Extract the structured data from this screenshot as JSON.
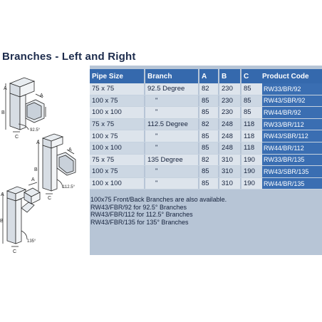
{
  "page": {
    "title": "Branches - Left and Right"
  },
  "illustration": {
    "dim_labels": [
      "A",
      "A",
      "B",
      "C",
      "92.5°",
      "A",
      "A",
      "B",
      "C",
      "112.5°",
      "A",
      "A",
      "B",
      "C",
      "135°"
    ]
  },
  "table": {
    "headers": [
      "Pipe Size",
      "Branch",
      "A",
      "B",
      "C",
      "Product Code"
    ],
    "rows": [
      [
        "75 x 75",
        "92.5 Degree",
        "82",
        "230",
        "85",
        "RW33/BR/92"
      ],
      [
        "100 x 75",
        "\"",
        "85",
        "230",
        "85",
        "RW43/SBR/92"
      ],
      [
        "100 x 100",
        "\"",
        "85",
        "230",
        "85",
        "RW44/BR/92"
      ],
      [
        "75 x 75",
        "112.5 Degree",
        "82",
        "248",
        "118",
        "RW33/BR/112"
      ],
      [
        "100 x 75",
        "\"",
        "85",
        "248",
        "118",
        "RW43/SBR/112"
      ],
      [
        "100 x 100",
        "\"",
        "85",
        "248",
        "118",
        "RW44/BR/112"
      ],
      [
        "75 x 75",
        "135 Degree",
        "82",
        "310",
        "190",
        "RW33/BR/135"
      ],
      [
        "100 x 75",
        "\"",
        "85",
        "310",
        "190",
        "RW43/SBR/135"
      ],
      [
        "100 x 100",
        "\"",
        "85",
        "310",
        "190",
        "RW44/BR/135"
      ]
    ]
  },
  "notes": [
    "100x75 Front/Back Branches are also available.",
    "RW43/FBR/92 for 92.5° Branches",
    "RW43/FBR/112 for 112.5° Branches",
    "RW43/FBR/135 for 135° Branches"
  ],
  "colors": {
    "header_blue": "#3569ad",
    "panel": "#b7c5d6",
    "title": "#1c2b4c"
  }
}
